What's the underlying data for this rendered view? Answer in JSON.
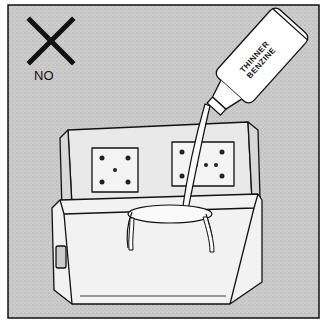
{
  "diagram": {
    "labels": [
      "NO",
      "THINNER",
      "BENZINE"
    ]
  }
}
